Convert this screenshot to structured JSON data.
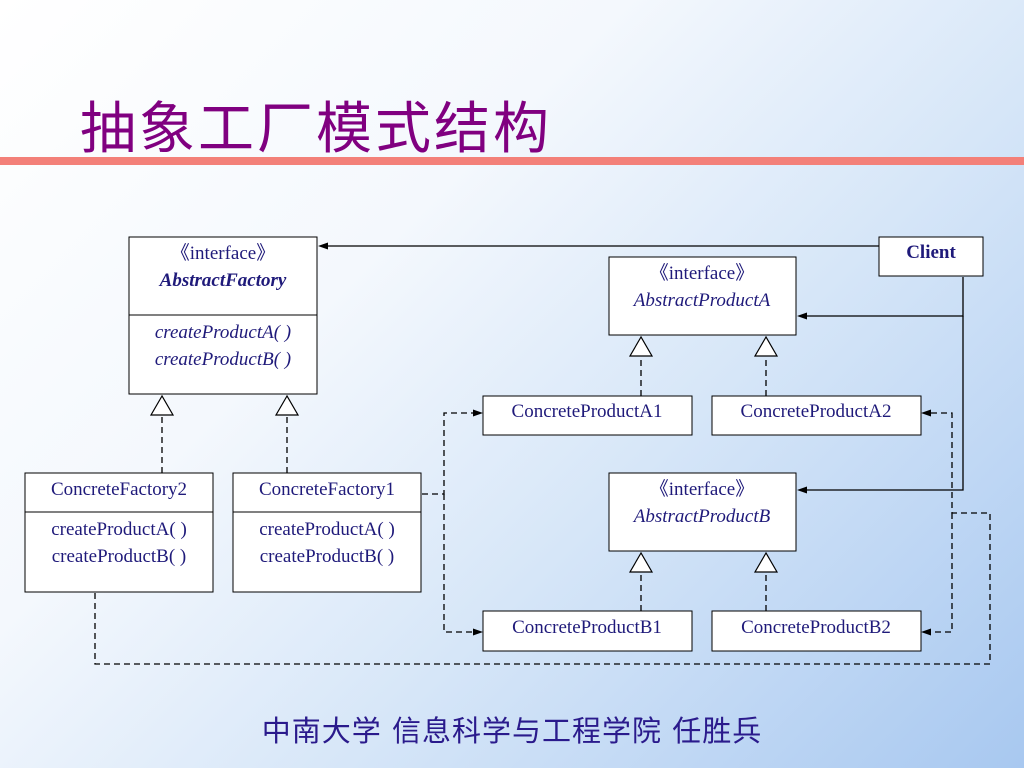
{
  "slide": {
    "title": "抽象工厂模式结构",
    "footer": "中南大学 信息科学与工程学院 任胜兵"
  },
  "diagram": {
    "abstract_factory": {
      "stereotype": "《interface》",
      "name": "AbstractFactory",
      "methods": [
        "createProductA( )",
        "createProductB( )"
      ]
    },
    "client": {
      "name": "Client"
    },
    "abstract_product_a": {
      "stereotype": "《interface》",
      "name": "AbstractProductA"
    },
    "abstract_product_b": {
      "stereotype": "《interface》",
      "name": "AbstractProductB"
    },
    "concrete_product_a1": {
      "name": "ConcreteProductA1"
    },
    "concrete_product_a2": {
      "name": "ConcreteProductA2"
    },
    "concrete_product_b1": {
      "name": "ConcreteProductB1"
    },
    "concrete_product_b2": {
      "name": "ConcreteProductB2"
    },
    "concrete_factory_2": {
      "name": "ConcreteFactory2",
      "methods": [
        "createProductA( )",
        "createProductB( )"
      ]
    },
    "concrete_factory_1": {
      "name": "ConcreteFactory1",
      "methods": [
        "createProductA( )",
        "createProductB( )"
      ]
    }
  }
}
